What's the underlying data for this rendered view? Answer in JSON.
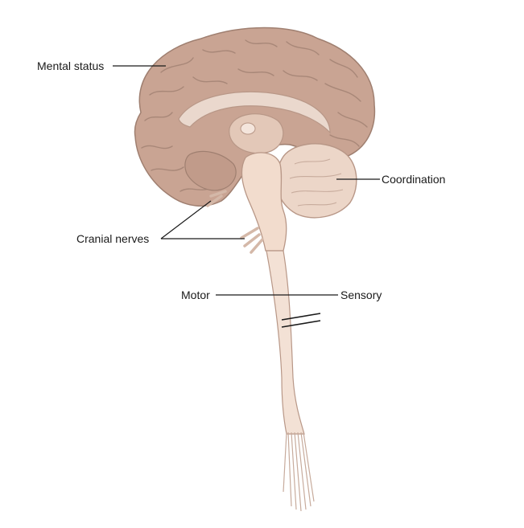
{
  "labels": {
    "mental_status": "Mental status",
    "coordination": "Coordination",
    "cranial_nerves": "Cranial nerves",
    "motor": "Motor",
    "sensory": "Sensory"
  },
  "colors": {
    "cortex": "#c9a493",
    "cortex_outline": "#9f7f70",
    "gyri_lines": "#a88778",
    "inner_light": "#ead8cd",
    "brainstem": "#f2dccd",
    "cerebellum": "#ecd6c8",
    "spinal_cord": "#f3e1d5",
    "leader_line": "#1a1a1a"
  }
}
